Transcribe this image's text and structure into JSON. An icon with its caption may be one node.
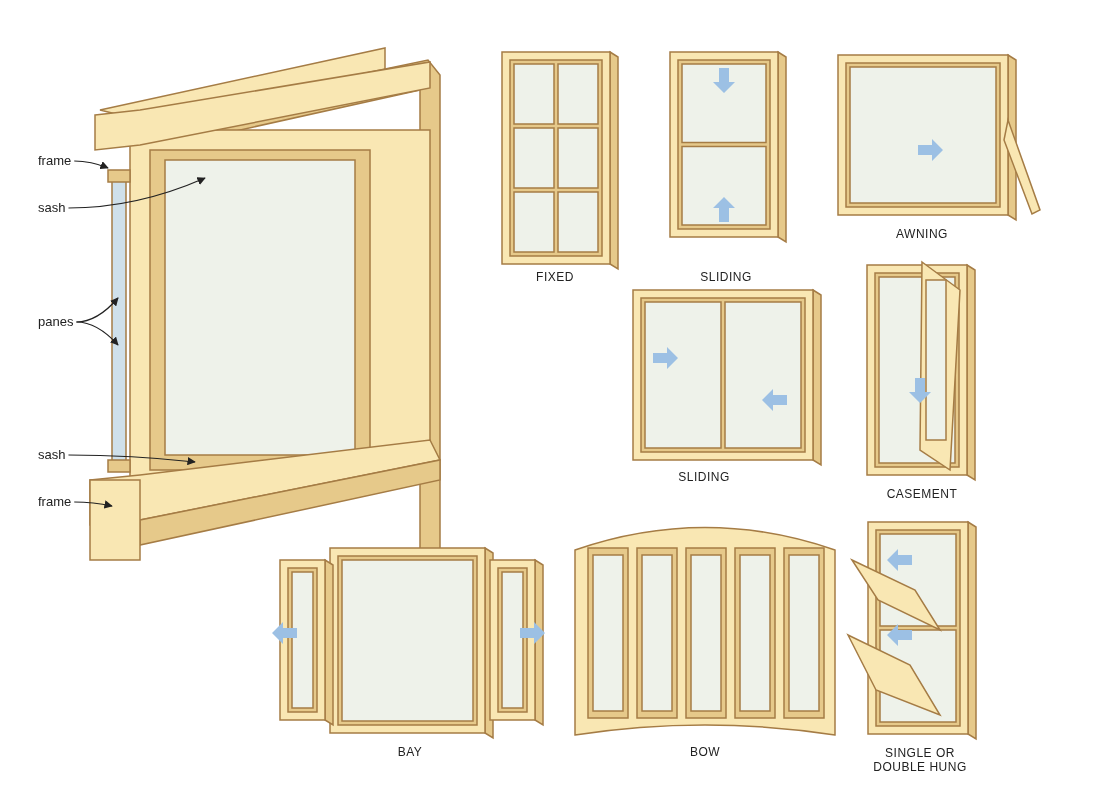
{
  "diagram": {
    "nodes": [
      {
        "text": [
          "frame"
        ]
      },
      {
        "text": [
          "sash"
        ]
      },
      {
        "text": [
          "panes"
        ]
      },
      {
        "text": [
          "sash"
        ]
      },
      {
        "text": [
          "frame"
        ]
      }
    ],
    "edges": [
      {
        "from": 0,
        "to": null,
        "arrow": "to"
      },
      {
        "from": 1,
        "to": null,
        "arrow": "to"
      },
      {
        "from": 2,
        "to": null,
        "arrow": "to"
      },
      {
        "from": 2,
        "to": null,
        "arrow": "to"
      },
      {
        "from": 3,
        "to": null,
        "arrow": "to"
      },
      {
        "from": 4,
        "to": null,
        "arrow": "to"
      }
    ],
    "labels": [
      "FIXED",
      "SLIDING",
      "AWNING",
      "SLIDING",
      "CASEMENT",
      "BAY",
      "BOW",
      "SINGLE OR DOUBLE HUNG"
    ]
  }
}
